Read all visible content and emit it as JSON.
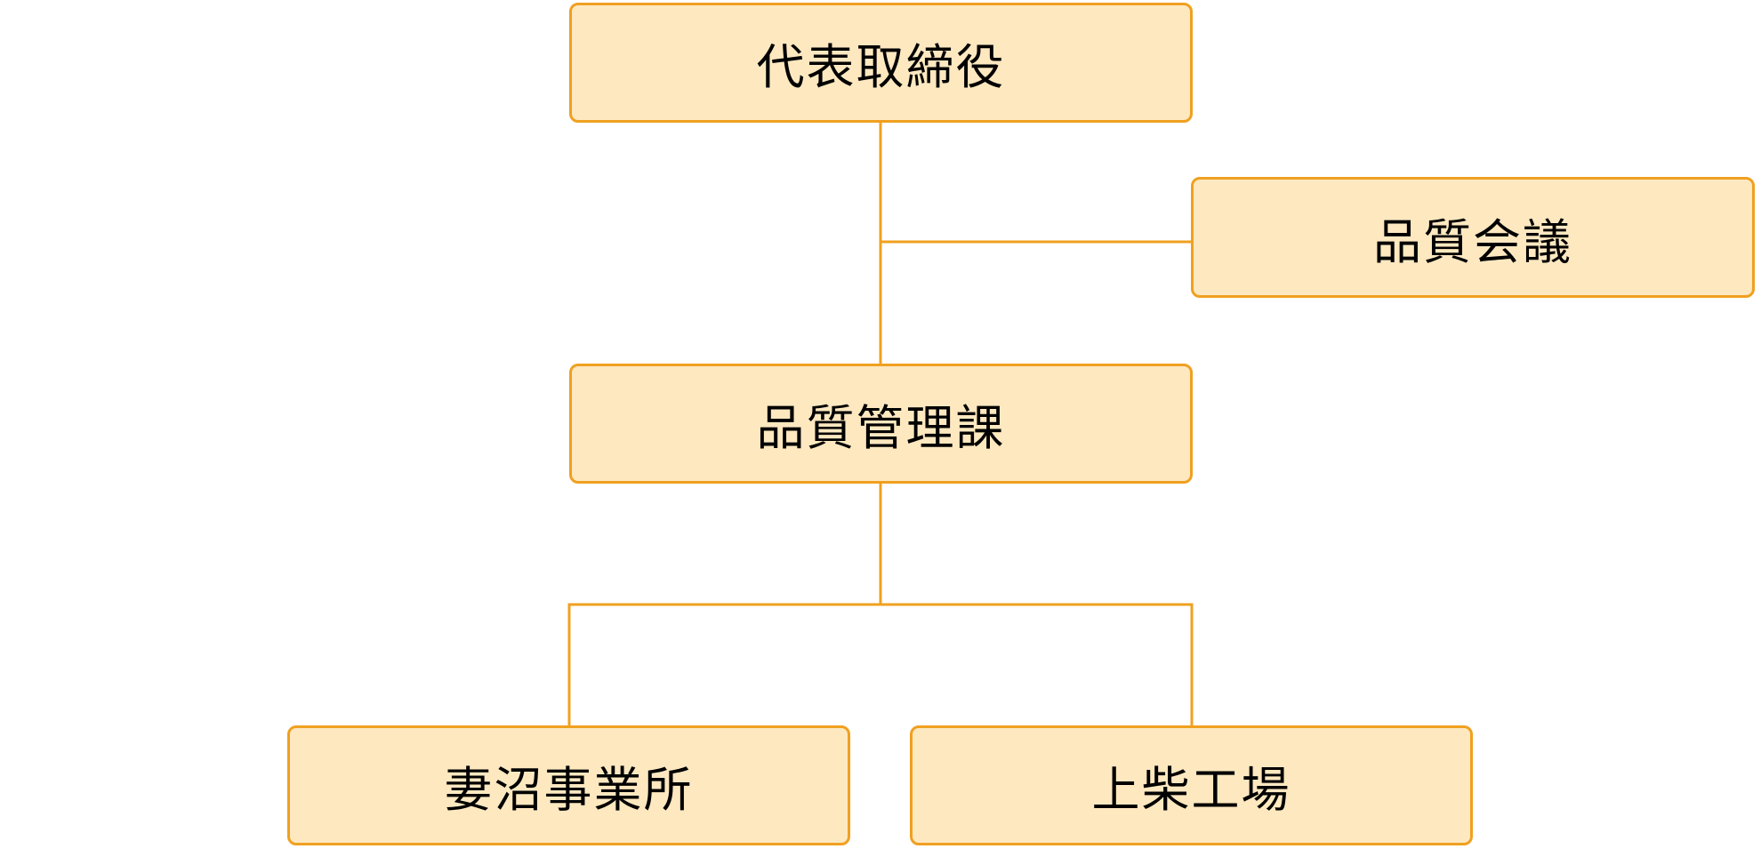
{
  "diagram": {
    "nodes": {
      "ceo": {
        "label": "代表取締役"
      },
      "quality_meeting": {
        "label": "品質会議"
      },
      "qc_section": {
        "label": "品質管理課"
      },
      "tsumanuma": {
        "label": "妻沼事業所"
      },
      "kamishiba": {
        "label": "上柴工場"
      }
    },
    "edges": [
      {
        "from": "ceo",
        "to": "qc_section"
      },
      {
        "from": "ceo",
        "to": "quality_meeting"
      },
      {
        "from": "qc_section",
        "to": "tsumanuma"
      },
      {
        "from": "qc_section",
        "to": "kamishiba"
      }
    ],
    "colors": {
      "node_fill": "#FDE8C0",
      "node_border": "#F0A020",
      "connector": "#F0A020",
      "text": "#000000"
    }
  }
}
